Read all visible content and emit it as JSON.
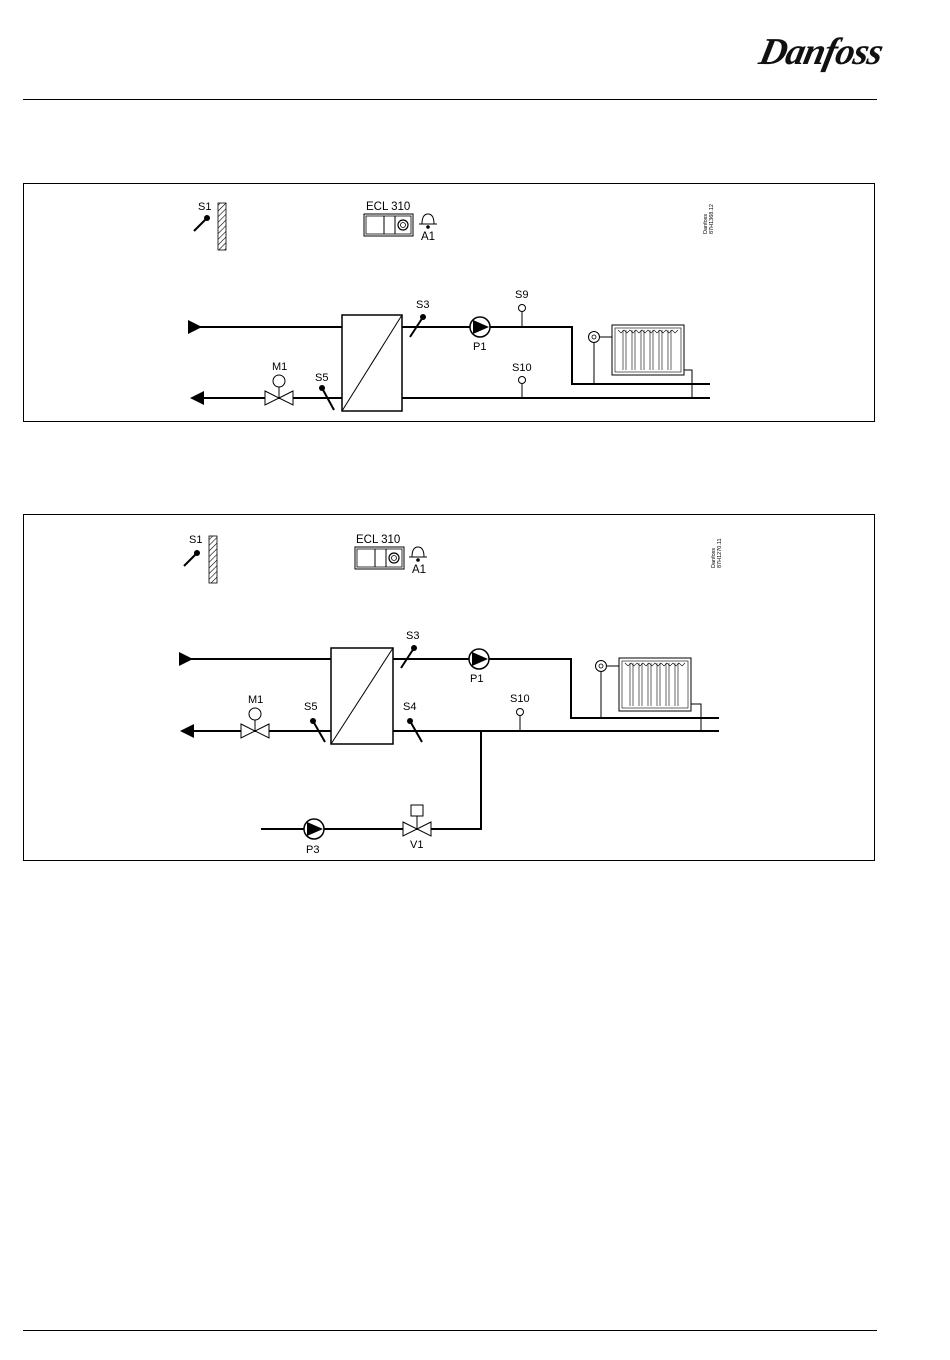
{
  "brand": {
    "logo_text": "Danfoss"
  },
  "diagram1": {
    "controller": "ECL 310",
    "alarm": "A1",
    "outdoor_sensor": "S1",
    "supply_sensor": "S3",
    "return_sensor": "S5",
    "flow_sensor_top": "S9",
    "flow_sensor_bottom": "S10",
    "pump": "P1",
    "motor": "M1",
    "ref_line1": "Danfoss",
    "ref_line2": "87H1368.12"
  },
  "diagram2": {
    "controller": "ECL 310",
    "alarm": "A1",
    "outdoor_sensor": "S1",
    "supply_sensor": "S3",
    "return_sensor": "S5",
    "return_sensor_2": "S4",
    "flow_sensor": "S10",
    "pump": "P1",
    "pump_2": "P3",
    "motor": "M1",
    "valve": "V1",
    "ref_line1": "Danfoss",
    "ref_line2": "87H1270.11"
  }
}
